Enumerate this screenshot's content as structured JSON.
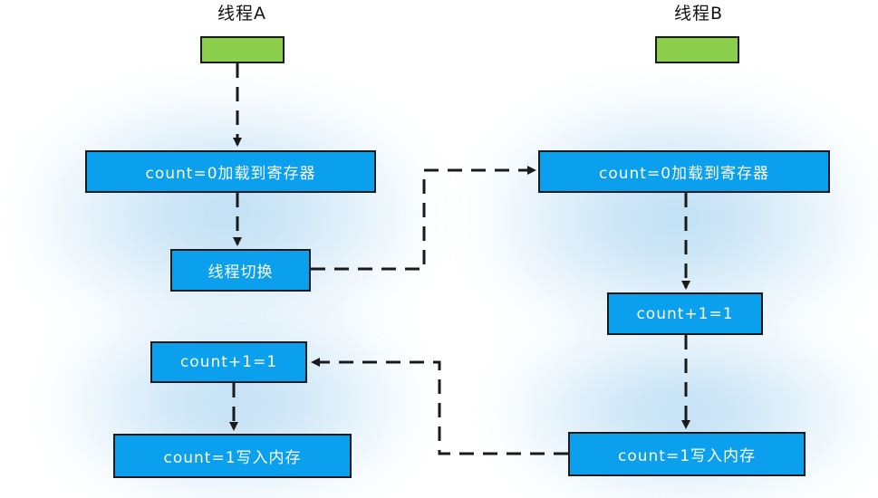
{
  "threads": {
    "a": {
      "title": "线程A"
    },
    "b": {
      "title": "线程B"
    }
  },
  "nodes": {
    "a_load": "count=0加载到寄存器",
    "a_switch": "线程切换",
    "a_inc": "count+1=1",
    "a_write": "count=1写入内存",
    "b_load": "count=0加载到寄存器",
    "b_inc": "count+1=1",
    "b_write": "count=1写入内存"
  },
  "colors": {
    "node_fill": "#0aa0ee",
    "thread_block": "#8ccf4d",
    "stroke": "#1a1a1a",
    "glow": "#bfe0f5"
  }
}
